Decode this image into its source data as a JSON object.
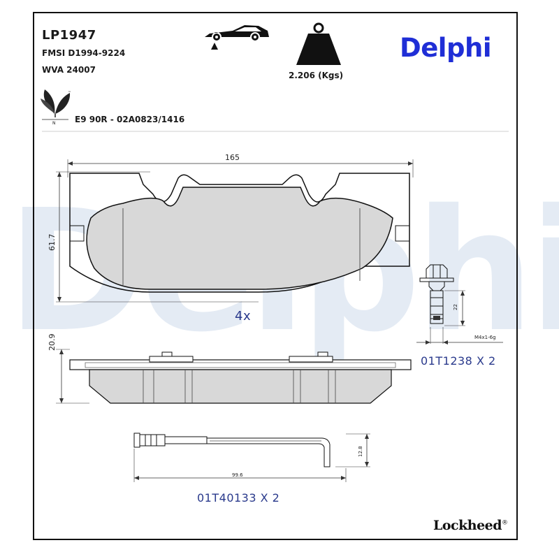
{
  "header": {
    "part_number": "LP1947",
    "fmsi": "FMSI D1994-9224",
    "wva": "WVA 24007",
    "approval": "E9 90R - 02A0823/1416",
    "weight": "2.206 (Kgs)"
  },
  "brand": {
    "logo_text": "Delphi",
    "color": "#1f2ed6",
    "watermark_text": "Delphi",
    "watermark_color": "#e4ebf4"
  },
  "footer": {
    "logo_text": "Lockheed",
    "registered_mark": "®"
  },
  "icons": {
    "car": "car-on-jack-icon",
    "weight": "weight-icon",
    "eco": "eco-leaf-icon",
    "eco_mark": "N",
    "tm_mark": "™"
  },
  "drawing": {
    "pad": {
      "width_mm": "165",
      "height_mm": "61.7",
      "quantity": "4x",
      "thickness_mm": "20.9",
      "fill_color": "#d8d8d8"
    },
    "bolt": {
      "length_mm": "22",
      "thread": "M4x1-6g",
      "code": "01T1238 X 2"
    },
    "sensor": {
      "length_mm": "99.6",
      "height_mm": "12.8",
      "code": "01T40133 X 2"
    }
  }
}
